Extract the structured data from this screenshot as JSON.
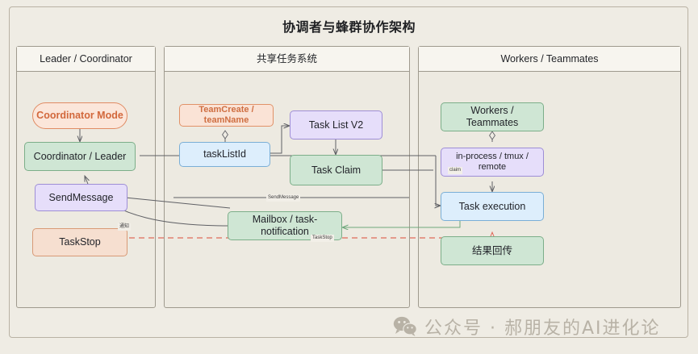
{
  "diagram": {
    "title": "协调者与蜂群协作架构",
    "type": "swimlane-architecture"
  },
  "lanes": [
    {
      "id": "leader",
      "header": "Leader / Coordinator",
      "nodes": [
        {
          "id": "coordinator-mode",
          "label": "Coordinator Mode",
          "style": "orange-pill"
        },
        {
          "id": "coordinator-leader",
          "label": "Coordinator / Leader",
          "style": "green"
        },
        {
          "id": "send-message",
          "label": "SendMessage",
          "style": "purple"
        },
        {
          "id": "task-stop",
          "label": "TaskStop",
          "style": "orange"
        }
      ]
    },
    {
      "id": "shared",
      "header": "共享任务系统",
      "nodes": [
        {
          "id": "team-create",
          "label": "TeamCreate / teamName",
          "style": "orange-out"
        },
        {
          "id": "task-list-id",
          "label": "taskListId",
          "style": "blue"
        },
        {
          "id": "task-list-v2",
          "label": "Task List V2",
          "style": "purple"
        },
        {
          "id": "task-claim",
          "label": "Task Claim",
          "style": "green"
        },
        {
          "id": "mailbox",
          "label": "Mailbox / task-notification",
          "style": "green"
        }
      ]
    },
    {
      "id": "workers",
      "header": "Workers / Teammates",
      "nodes": [
        {
          "id": "workers-teammates",
          "label": "Workers / Teammates",
          "style": "green"
        },
        {
          "id": "runtime",
          "label": "in-process / tmux / remote",
          "style": "purple"
        },
        {
          "id": "task-execution",
          "label": "Task execution",
          "style": "blue"
        },
        {
          "id": "result-return",
          "label": "结果回传",
          "style": "green"
        }
      ]
    }
  ],
  "edge_labels": [
    {
      "id": "notify",
      "text": "通知"
    },
    {
      "id": "send-message",
      "text": "SendMessage"
    },
    {
      "id": "task-stop",
      "text": "TaskStop"
    },
    {
      "id": "claim",
      "text": "claim"
    }
  ],
  "colors": {
    "canvas_background": "#efece4",
    "lane_background": "#edeae1",
    "lane_header_background": "#f7f5ef",
    "green_fill": "#cfe6d4",
    "blue_fill": "#ddeefc",
    "purple_fill": "#e6defa",
    "orange_fill": "#f6dfd0",
    "orange_accent": "#d2683c",
    "dashed_line": "#e06a5a",
    "connector": "#5f6065"
  },
  "watermark": {
    "icon": "wechat-icon",
    "text": "公众号 · 郝朋友的AI进化论"
  }
}
